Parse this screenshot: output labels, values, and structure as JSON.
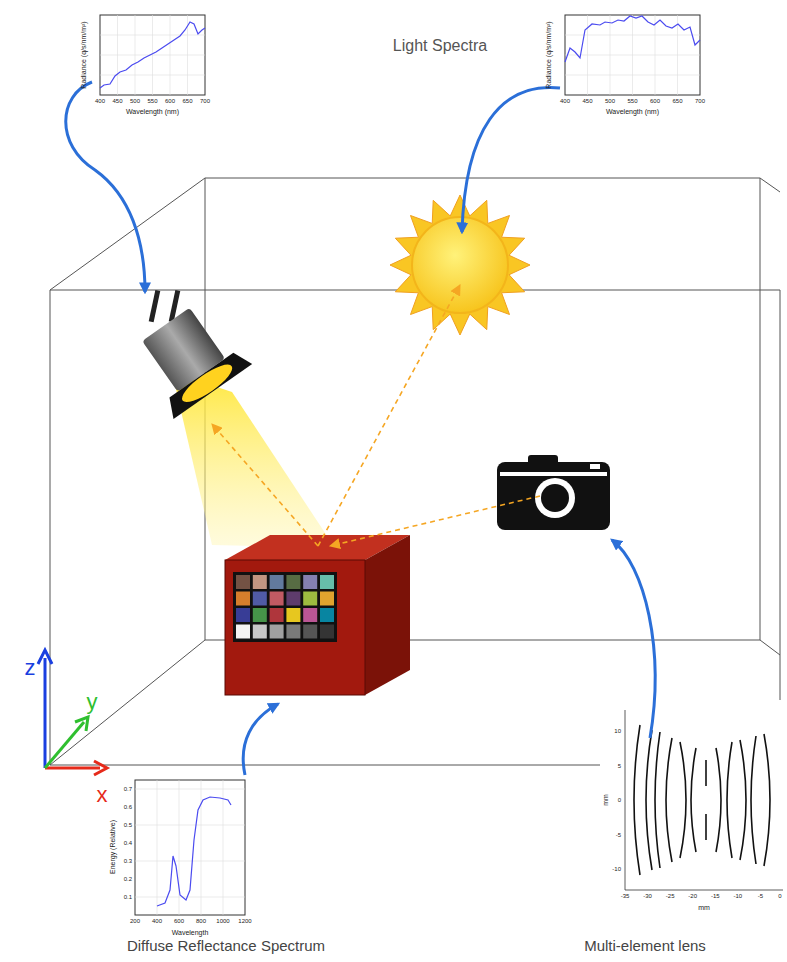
{
  "diagram": {
    "labels": [
      "Light Spectra",
      "Diffuse Reflectance Spectrum",
      "Multi-element lens",
      "z",
      "y",
      "x",
      "Radiance (q/s/nm/m²)",
      "Wavelength (nm)",
      "400",
      "450",
      "500",
      "550",
      "600",
      "650",
      "700",
      "Radiance (q/s/nm/m²)",
      "Wavelength (nm)",
      "400",
      "450",
      "500",
      "550",
      "600",
      "650",
      "700",
      "Energy (Relative)",
      "Wavelength",
      "200",
      "400",
      "600",
      "800",
      "1000",
      "1200",
      "0.1",
      "0.2",
      "0.3",
      "0.4",
      "0.5",
      "0.6",
      "0.7",
      "mm",
      "mm",
      "-35",
      "-30",
      "-25",
      "-20",
      "-15",
      "-10",
      "-5",
      "0",
      "10",
      "5",
      "0",
      "-5",
      "-10"
    ]
  }
}
